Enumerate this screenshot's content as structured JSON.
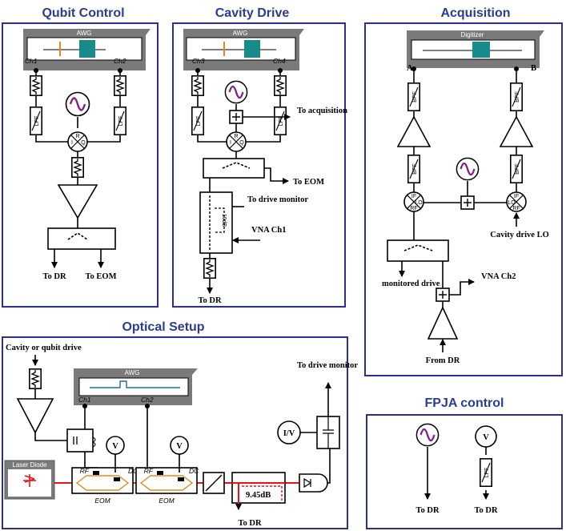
{
  "panels": {
    "qubit": {
      "title": "Qubit Control",
      "instrument": "AWG",
      "ch_a": "Ch1",
      "ch_b": "Ch2",
      "filter": "LPF",
      "mixer_ports": [
        "R",
        "I",
        "Q"
      ],
      "out_a": "To DR",
      "out_b": "To EOM"
    },
    "cavity": {
      "title": "Cavity Drive",
      "instrument": "AWG",
      "ch_a": "Ch3",
      "ch_b": "Ch4",
      "filter": "LPF",
      "mixer_ports": [
        "R",
        "I",
        "Q"
      ],
      "to_acq": "To acquisition",
      "to_eom": "To EOM",
      "to_monitor": "To drive monitor",
      "coupler": "10dB",
      "vna": "VNA Ch1",
      "out": "To DR"
    },
    "acq": {
      "title": "Acquisition",
      "instrument": "Digitizer",
      "ch_a": "A",
      "ch_b": "B",
      "filter": "BPF",
      "mixer_ports": [
        "IF",
        "LO",
        "RF"
      ],
      "lo_label": "Cavity drive LO",
      "monitored": "monitored drive",
      "vna": "VNA Ch2",
      "from_dr": "From DR"
    },
    "optical": {
      "title": "Optical Setup",
      "input": "Cavity or qubit drive",
      "instrument": "AWG",
      "ch_a": "Ch1",
      "ch_b": "Ch2",
      "laser": "Laser Diode",
      "eom": "EOM",
      "rf": "RF",
      "dc": "DC",
      "volt": "V",
      "iv": "I/V",
      "coupler": "9.45dB",
      "out": "To DR",
      "to_monitor": "To drive monitor"
    },
    "fpja": {
      "title": "FPJA control",
      "filter": "LPF",
      "volt": "V",
      "out_a": "To DR",
      "out_b": "To DR"
    }
  },
  "colors": {
    "title": "#2a3c93",
    "frame": "#2d2f8f",
    "laser": "#e8141a",
    "source": "#8b1a8e",
    "waveform": "#178c8a",
    "marker": "#e08a1e"
  }
}
